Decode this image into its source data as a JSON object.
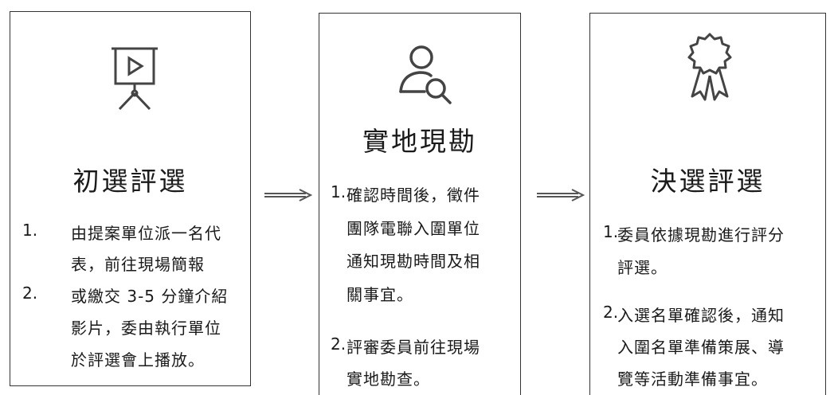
{
  "steps": [
    {
      "title": "初選評選",
      "icon": "presentation-video-icon",
      "items": [
        {
          "number": "1.",
          "lines": [
            "由提案單位派一名代",
            "表，前往現場簡報"
          ]
        },
        {
          "number": "2.",
          "lines": [
            "或繳交 3-5 分鐘介紹",
            "影片，委由執行單位",
            "於評選會上播放。"
          ]
        }
      ]
    },
    {
      "title": "實地現勘",
      "icon": "person-search-icon",
      "items": [
        {
          "number": "1.",
          "lines": [
            "確認時間後，徵件",
            "團隊電聯入圍單位",
            "通知現勘時間及相",
            "關事宜。"
          ]
        },
        {
          "number": "2.",
          "lines": [
            "評審委員前往現場",
            "實地勘查。"
          ]
        }
      ]
    },
    {
      "title": "決選評選",
      "icon": "award-ribbon-icon",
      "items": [
        {
          "number": "1.",
          "lines": [
            "委員依據現勘進行評分",
            "評選。"
          ]
        },
        {
          "number": "2.",
          "lines": [
            "入選名單確認後，通知",
            "入圍名單準備策展、導",
            "覽等活動準備事宜。"
          ]
        }
      ]
    }
  ],
  "colors": {
    "border": "#333333",
    "text": "#1a1a1a",
    "icon": "#444444",
    "arrow": "#555555"
  }
}
